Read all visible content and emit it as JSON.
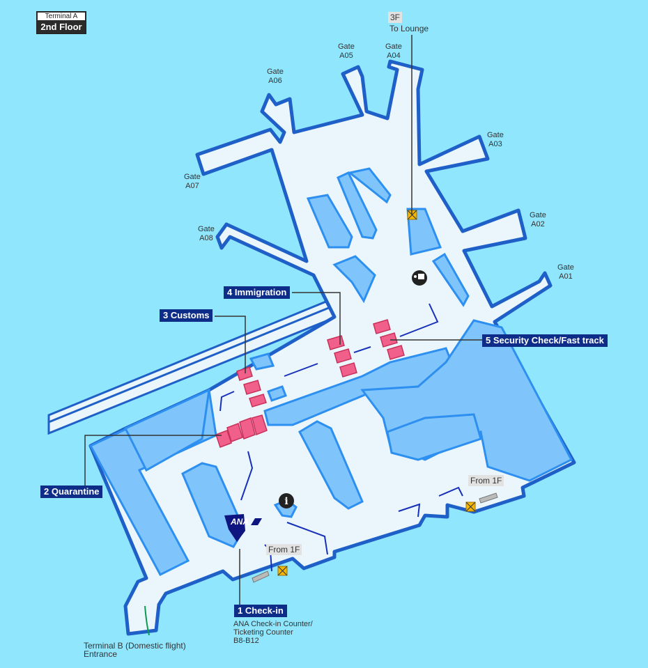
{
  "header": {
    "terminal": "Terminal A",
    "floor": "2nd Floor"
  },
  "gates": [
    {
      "id": "A01",
      "label": "Gate",
      "code": "A01"
    },
    {
      "id": "A02",
      "label": "Gate",
      "code": "A02"
    },
    {
      "id": "A03",
      "label": "Gate",
      "code": "A03"
    },
    {
      "id": "A04",
      "label": "Gate",
      "code": "A04"
    },
    {
      "id": "A05",
      "label": "Gate",
      "code": "A05"
    },
    {
      "id": "A06",
      "label": "Gate",
      "code": "A06"
    },
    {
      "id": "A07",
      "label": "Gate",
      "code": "A07"
    },
    {
      "id": "A08",
      "label": "Gate",
      "code": "A08"
    }
  ],
  "lounge": {
    "floor": "3F",
    "label": "To Lounge"
  },
  "steps": [
    {
      "num": "1",
      "label": "Check-in"
    },
    {
      "num": "2",
      "label": "Quarantine"
    },
    {
      "num": "3",
      "label": "Customs"
    },
    {
      "num": "4",
      "label": "Immigration"
    },
    {
      "num": "5",
      "label": "Security Check/Fast track"
    }
  ],
  "checkin_detail": [
    "ANA Check-in Counter/",
    "Ticketing Counter",
    "B8-B12"
  ],
  "from_1f": "From 1F",
  "terminal_b": [
    "Terminal B (Domestic flight)",
    "Entrance"
  ],
  "logo": "ANA",
  "icons": [
    "info-icon",
    "baggage-icon",
    "escalator-icon",
    "elevator-icon"
  ],
  "colors": {
    "background": "#8fe6fd",
    "floor": "#eaf6fb",
    "wall": "#1f5fc8",
    "block": "#7fc4fb",
    "tag": "#0d2d88",
    "counter": "#f0608a"
  }
}
